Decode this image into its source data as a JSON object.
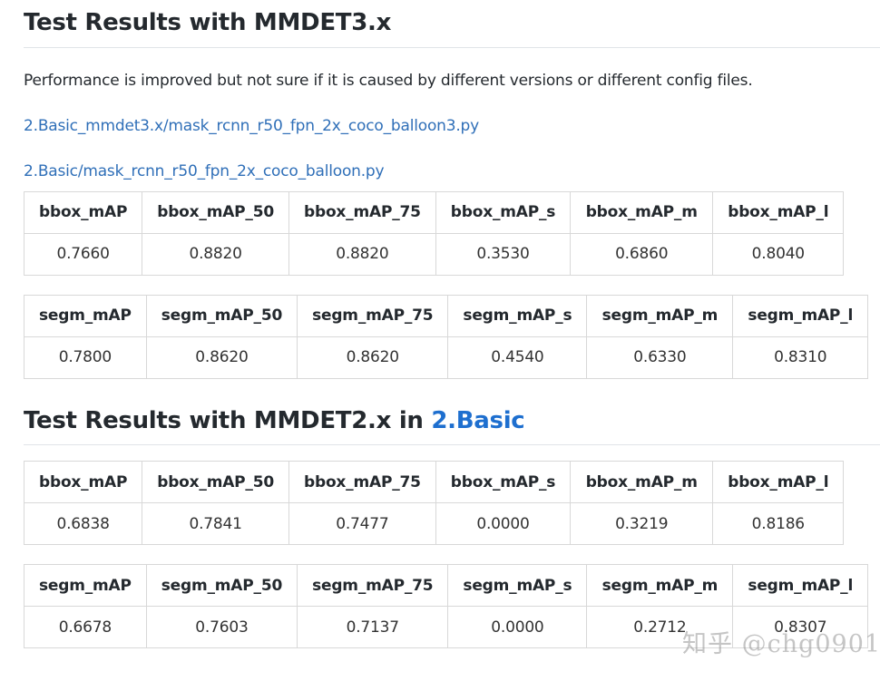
{
  "section1": {
    "heading": "Test Results with MMDET3.x",
    "description": "Performance is improved but not sure if it is caused by different versions or different config files.",
    "links": [
      "2.Basic_mmdet3.x/mask_rcnn_r50_fpn_2x_coco_balloon3.py",
      "2.Basic/mask_rcnn_r50_fpn_2x_coco_balloon.py"
    ],
    "bbox_table": {
      "headers": [
        "bbox_mAP",
        "bbox_mAP_50",
        "bbox_mAP_75",
        "bbox_mAP_s",
        "bbox_mAP_m",
        "bbox_mAP_l"
      ],
      "values": [
        "0.7660",
        "0.8820",
        "0.8820",
        "0.3530",
        "0.6860",
        "0.8040"
      ]
    },
    "segm_table": {
      "headers": [
        "segm_mAP",
        "segm_mAP_50",
        "segm_mAP_75",
        "segm_mAP_s",
        "segm_mAP_m",
        "segm_mAP_l"
      ],
      "values": [
        "0.7800",
        "0.8620",
        "0.8620",
        "0.4540",
        "0.6330",
        "0.8310"
      ]
    }
  },
  "section2": {
    "heading_prefix": "Test Results with MMDET2.x in ",
    "heading_link": "2.Basic",
    "bbox_table": {
      "headers": [
        "bbox_mAP",
        "bbox_mAP_50",
        "bbox_mAP_75",
        "bbox_mAP_s",
        "bbox_mAP_m",
        "bbox_mAP_l"
      ],
      "values": [
        "0.6838",
        "0.7841",
        "0.7477",
        "0.0000",
        "0.3219",
        "0.8186"
      ]
    },
    "segm_table": {
      "headers": [
        "segm_mAP",
        "segm_mAP_50",
        "segm_mAP_75",
        "segm_mAP_s",
        "segm_mAP_m",
        "segm_mAP_l"
      ],
      "values": [
        "0.6678",
        "0.7603",
        "0.7137",
        "0.0000",
        "0.2712",
        "0.8307"
      ]
    }
  },
  "watermark": "知乎 @chg0901",
  "colors": {
    "link": "#2f6fb8",
    "heading_link": "#1e6fcf",
    "text": "#24292e",
    "border": "#d8d8d8"
  }
}
